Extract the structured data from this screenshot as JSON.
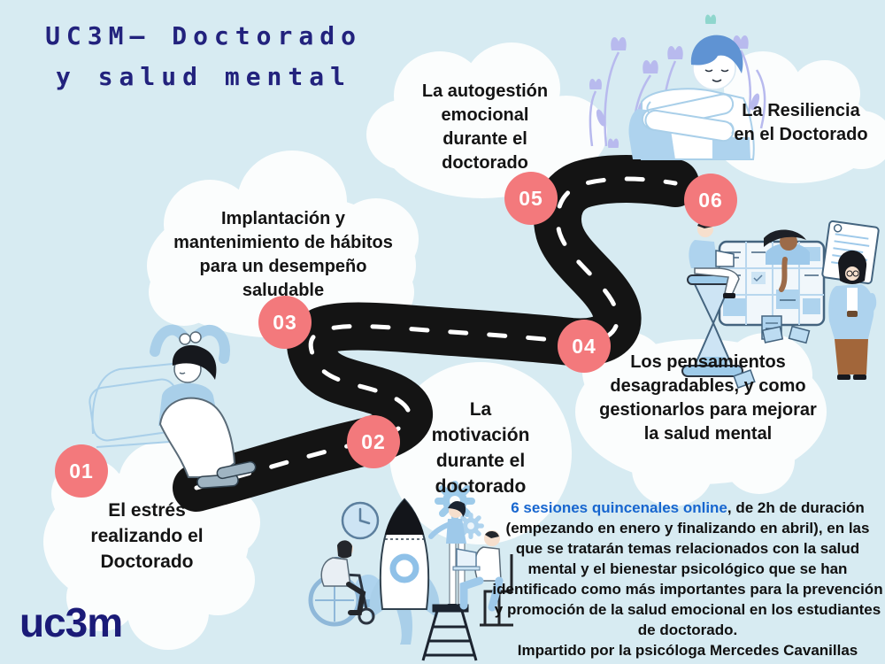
{
  "title": {
    "lines": [
      "UC3M— Doctorado",
      "y salud mental"
    ]
  },
  "logo": {
    "text": "uc3m"
  },
  "roadmap": {
    "steps": [
      {
        "number": "01",
        "label": [
          "El estrés",
          "realizando el",
          "Doctorado"
        ]
      },
      {
        "number": "02",
        "label": [
          "La",
          "motivación",
          "durante el",
          "doctorado"
        ]
      },
      {
        "number": "03",
        "label": [
          "Implantación y",
          "mantenimiento de hábitos",
          "para un desempeño",
          "saludable"
        ]
      },
      {
        "number": "04",
        "label": [
          "Los pensamientos",
          "desagradables, y como",
          "gestionarlos para mejorar",
          "la salud mental"
        ]
      },
      {
        "number": "05",
        "label": [
          "La autogestión",
          "emocional",
          "durante el",
          "doctorado"
        ]
      },
      {
        "number": "06",
        "label": [
          "La Resiliencia",
          "en el Doctorado"
        ]
      }
    ]
  },
  "footer": {
    "highlight": "6 sesiones quincenales online",
    "body": ", de 2h de duración (empezando en enero y finalizando en abril), en las que se tratarán temas relacionados con la salud mental y el bienestar psicológico que se han identificado como más importantes para la prevención y promoción de la salud emocional en los estudiantes de doctorado.",
    "credit": "Impartido por la psicóloga Mercedes Cavanillas"
  },
  "colors": {
    "background": "#d7ebf2",
    "cloud_white": "#fbfdfd",
    "badge_coral": "#f3797c",
    "title_navy": "#22227d",
    "logo_navy": "#1b1b78",
    "accent_blue": "#1766cf",
    "body_text": "#141414",
    "road_black": "#141414",
    "illustration_blue": "#aed3ee",
    "lavender": "#b8baee"
  },
  "illustrations": {
    "names": [
      "stressed-student",
      "couch",
      "road",
      "rocket",
      "ladder-woman",
      "wheelchair-person",
      "laptop-man",
      "clock-icon",
      "dollar-coin-icon",
      "lightbulb-icon",
      "gear-icon",
      "hourglass-icon",
      "task-board",
      "hourglass-laptop-person",
      "leaning-woman",
      "standing-woman",
      "document-sheet",
      "flying-papers",
      "self-hug-person",
      "lavender-flowers"
    ]
  }
}
